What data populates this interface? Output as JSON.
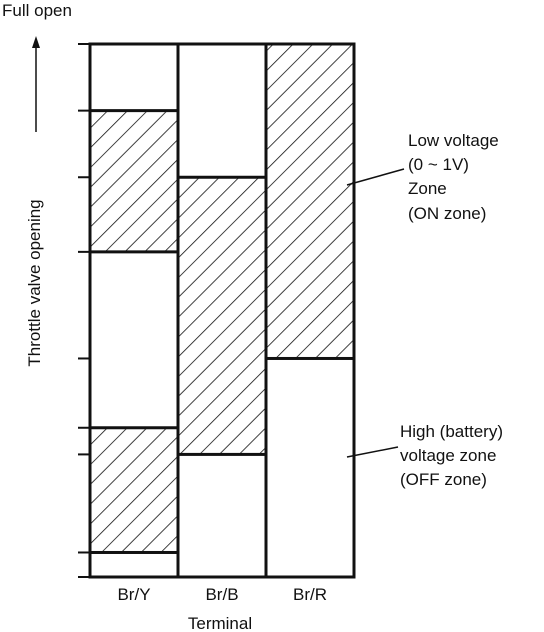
{
  "top_label": "Full open",
  "y_axis_label": "Throttle valve opening",
  "x_axis_label": "Terminal",
  "terminals": [
    {
      "name": "Br/Y",
      "low_voltage_bands": [
        [
          0.046,
          0.28
        ],
        [
          0.61,
          0.875
        ]
      ]
    },
    {
      "name": "Br/B",
      "low_voltage_bands": [
        [
          0.23,
          0.75
        ]
      ]
    },
    {
      "name": "Br/R",
      "low_voltage_bands": [
        [
          0.41,
          1.0
        ]
      ]
    }
  ],
  "annotations": {
    "low": [
      "Low voltage",
      "(0 ~ 1V)",
      "Zone",
      "(ON zone)"
    ],
    "high": [
      "High (battery)",
      "voltage zone",
      "(OFF zone)"
    ]
  },
  "colors": {
    "line": "#111111",
    "background": "#ffffff"
  }
}
